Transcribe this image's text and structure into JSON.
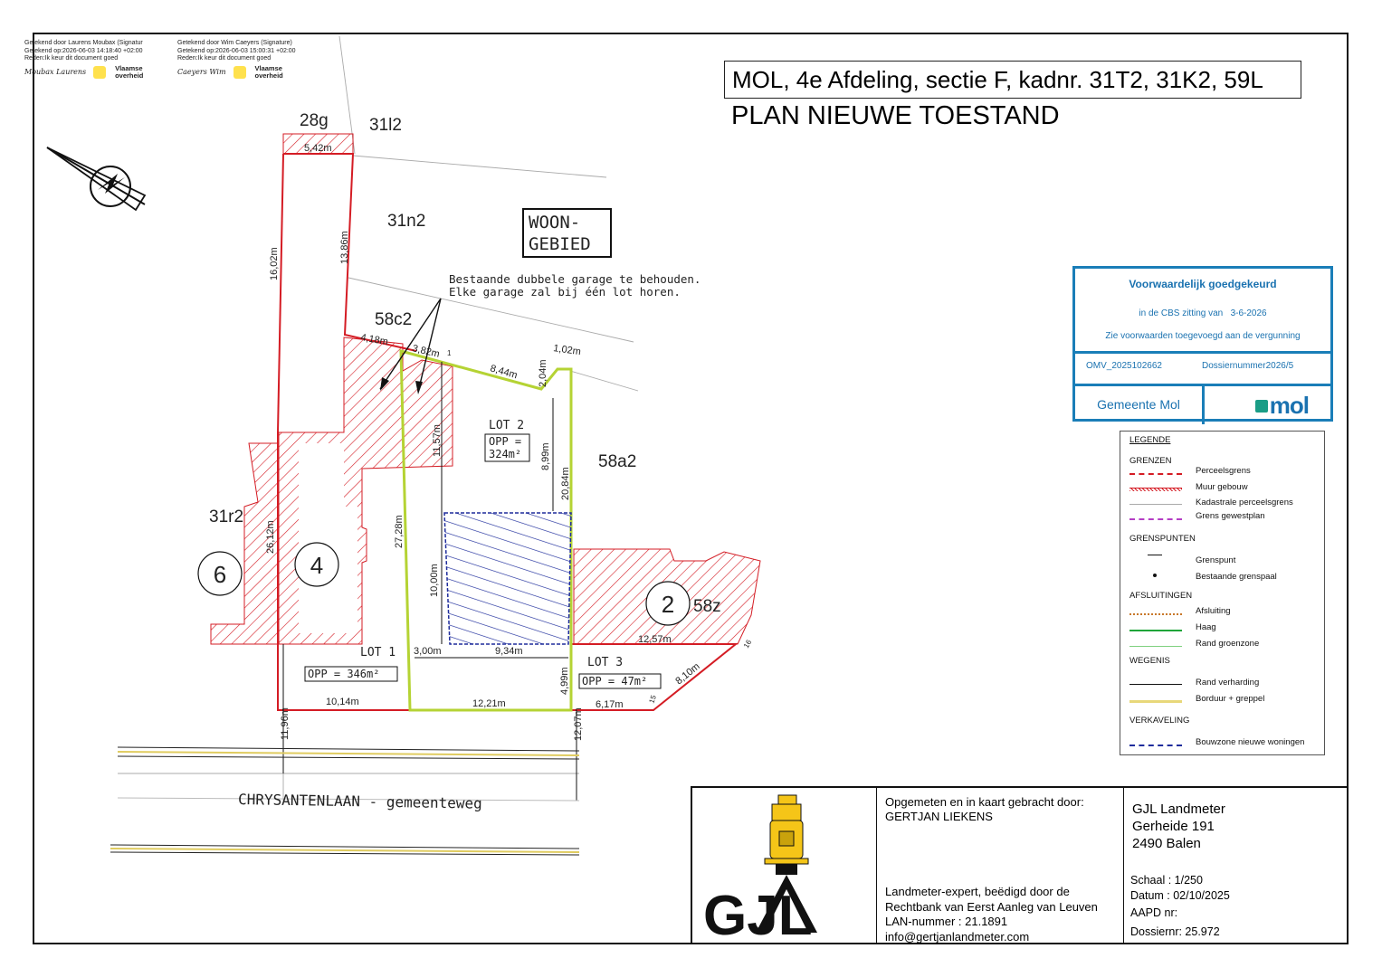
{
  "signatures": [
    {
      "line1": "Getekend door Laurens Moubax (Signatur",
      "line2": "Getekend op:2026-06-03 14:18:40 +02:00",
      "line3": "Reden:Ik keur dit document goed",
      "hand": "Moubax Laurens",
      "org": "Vlaamse overheid"
    },
    {
      "line1": "Getekend door Wim Caeyers (Signature)",
      "line2": "Getekend op:2026-06-03 15:00:31 +02:00",
      "line3": "Reden:Ik keur dit document goed",
      "hand": "Caeyers Wim",
      "org": "Vlaamse overheid"
    }
  ],
  "title": "MOL, 4e Afdeling, sectie F, kadnr.  31T2, 31K2, 59L",
  "subtitle": "PLAN NIEUWE TOESTAND",
  "approval": {
    "heading": "Voorwaardelijk goedgekeurd",
    "session_prefix": "in de CBS zitting van",
    "session_date": "3-6-2026",
    "note": "Zie voorwaarden toegevoegd aan de vergunning",
    "omv": "OMV_2025102662",
    "dossier": "Dossiernummer2026/5",
    "municipality": "Gemeente Mol",
    "logo": "mol"
  },
  "plan": {
    "zone_label_1": "WOON-",
    "zone_label_2": "GEBIED",
    "note_1": "Bestaande dubbele garage te behouden.",
    "note_2": "Elke garage zal bij één lot horen.",
    "parcels": [
      "28g",
      "31l2",
      "31n2",
      "58c2",
      "58a2",
      "31r2",
      "58z"
    ],
    "house_numbers": [
      "6",
      "4",
      "2"
    ],
    "lots": [
      {
        "name": "LOT 1",
        "area": "OPP = 346m²"
      },
      {
        "name": "LOT 2",
        "area_1": "OPP =",
        "area_2": "324m²"
      },
      {
        "name": "LOT 3",
        "area": "OPP = 47m²"
      }
    ],
    "dimensions": [
      "5,42m",
      "16,02m",
      "13,86m",
      "4,18m",
      "3,82m",
      "8,44m",
      "1,02m",
      "2,04m",
      "11,57m",
      "8,99m",
      "20,84m",
      "27,28m",
      "26,12m",
      "10,00m",
      "3,00m",
      "9,34m",
      "12,57m",
      "4,99m",
      "8,10m",
      "10,14m",
      "12,21m",
      "6,17m",
      "11,96m",
      "12,07m"
    ],
    "point_labels": [
      "1",
      "16",
      "15"
    ],
    "street": "CHRYSANTENLAAN - gemeenteweg"
  },
  "legend": {
    "title": "LEGENDE",
    "groups": [
      {
        "heading": "GRENZEN",
        "items": [
          "Perceelsgrens",
          "Muur gebouw",
          "Kadastrale perceelsgrens",
          "Grens gewestplan"
        ]
      },
      {
        "heading": "GRENSPUNTEN",
        "items": [
          "Grenspunt",
          "Bestaande grenspaal"
        ]
      },
      {
        "heading": "AFSLUITINGEN",
        "items": [
          "Afsluiting",
          "Haag",
          "Rand groenzone"
        ]
      },
      {
        "heading": "WEGENIS",
        "items": [
          "Rand verharding",
          "Borduur + greppel"
        ]
      },
      {
        "heading": "VERKAVELING",
        "items": [
          "Bouwzone nieuwe woningen"
        ]
      }
    ]
  },
  "titleblock": {
    "surveyed_by": "Opgemeten en in kaart gebracht door:",
    "surveyor": "GERTJAN LIEKENS",
    "qual_1": "Landmeter-expert, beëdigd door de",
    "qual_2": "Rechtbank van Eerst Aanleg van Leuven",
    "lan": "LAN-nummer : 21.1891",
    "email": "info@gertjanlandmeter.com",
    "firm": "GJL Landmeter",
    "street": "Gerheide 191",
    "city": "2490 Balen",
    "scale": "Schaal : 1/250",
    "date": "Datum : 02/10/2025",
    "aapd": "AAPD nr:",
    "dossier": "Dossiernr: 25.972",
    "logo_text": "GJL"
  },
  "colors": {
    "boundary": "#d41c24",
    "lot": "#b5d334",
    "approval": "#1a7eb8",
    "bouwzone": "#1e2c9c"
  }
}
